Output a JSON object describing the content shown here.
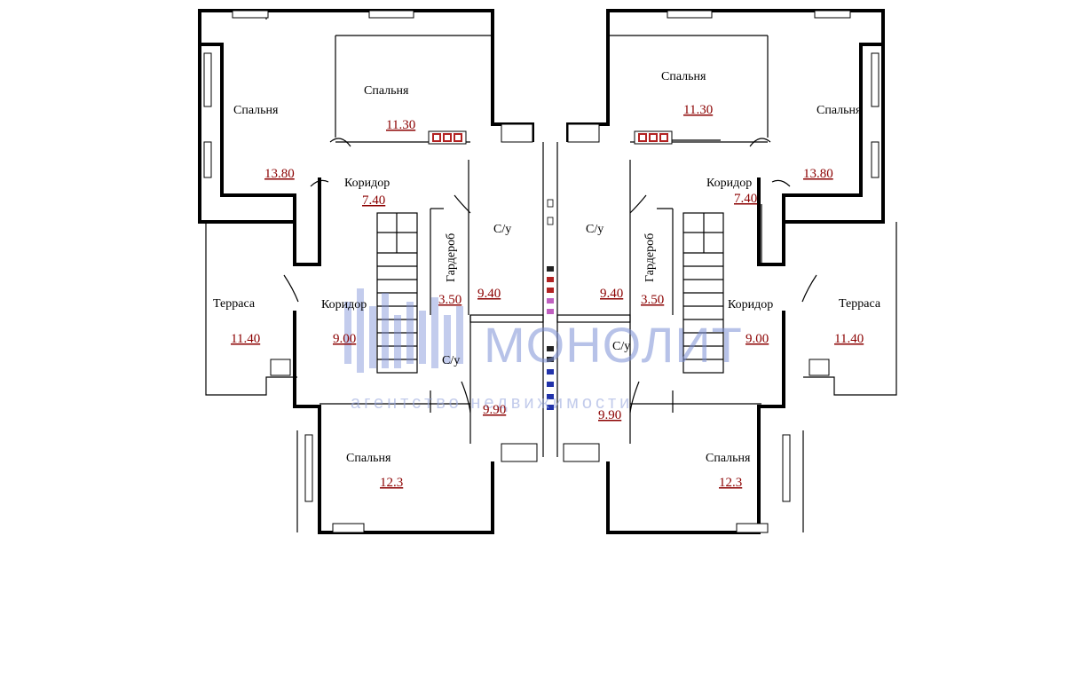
{
  "rooms": {
    "left": {
      "bedroom_nw": {
        "name": "Спальня",
        "area": "13.80"
      },
      "bedroom_n": {
        "name": "Спальня",
        "area": "11.30"
      },
      "corridor_top": {
        "name": "Коридор",
        "area": "7.40"
      },
      "terrace": {
        "name": "Терраса",
        "area": "11.40"
      },
      "corridor_mid": {
        "name": "Коридор",
        "area": "9.00"
      },
      "wardrobe": {
        "name": "Гардероб",
        "area": "3.50"
      },
      "bath_top": {
        "name": "С/у",
        "area": "9.40"
      },
      "bath_bottom": {
        "name": "С/у",
        "area": "9.90"
      },
      "bedroom_s": {
        "name": "Спальня",
        "area": "12.3"
      }
    },
    "right": {
      "bedroom_ne": {
        "name": "Спальня",
        "area": "13.80"
      },
      "bedroom_n": {
        "name": "Спальня",
        "area": "11.30"
      },
      "corridor_top": {
        "name": "Коридор",
        "area": "7.40"
      },
      "terrace": {
        "name": "Терраса",
        "area": "11.40"
      },
      "corridor_mid": {
        "name": "Коридор",
        "area": "9.00"
      },
      "wardrobe": {
        "name": "Гардероб",
        "area": "3.50"
      },
      "bath_top": {
        "name": "С/у",
        "area": "9.40"
      },
      "bath_bottom": {
        "name": "С/у",
        "area": "9.90"
      },
      "bedroom_s": {
        "name": "Спальня",
        "area": "12.3"
      }
    }
  },
  "watermark": {
    "brand": "МОНОЛИТ",
    "subtitle": "агентство недвижимости"
  },
  "colors": {
    "wall": "#000000",
    "area_text": "#8b0000",
    "watermark": "#7b8fd6",
    "heater": "#b22222"
  }
}
